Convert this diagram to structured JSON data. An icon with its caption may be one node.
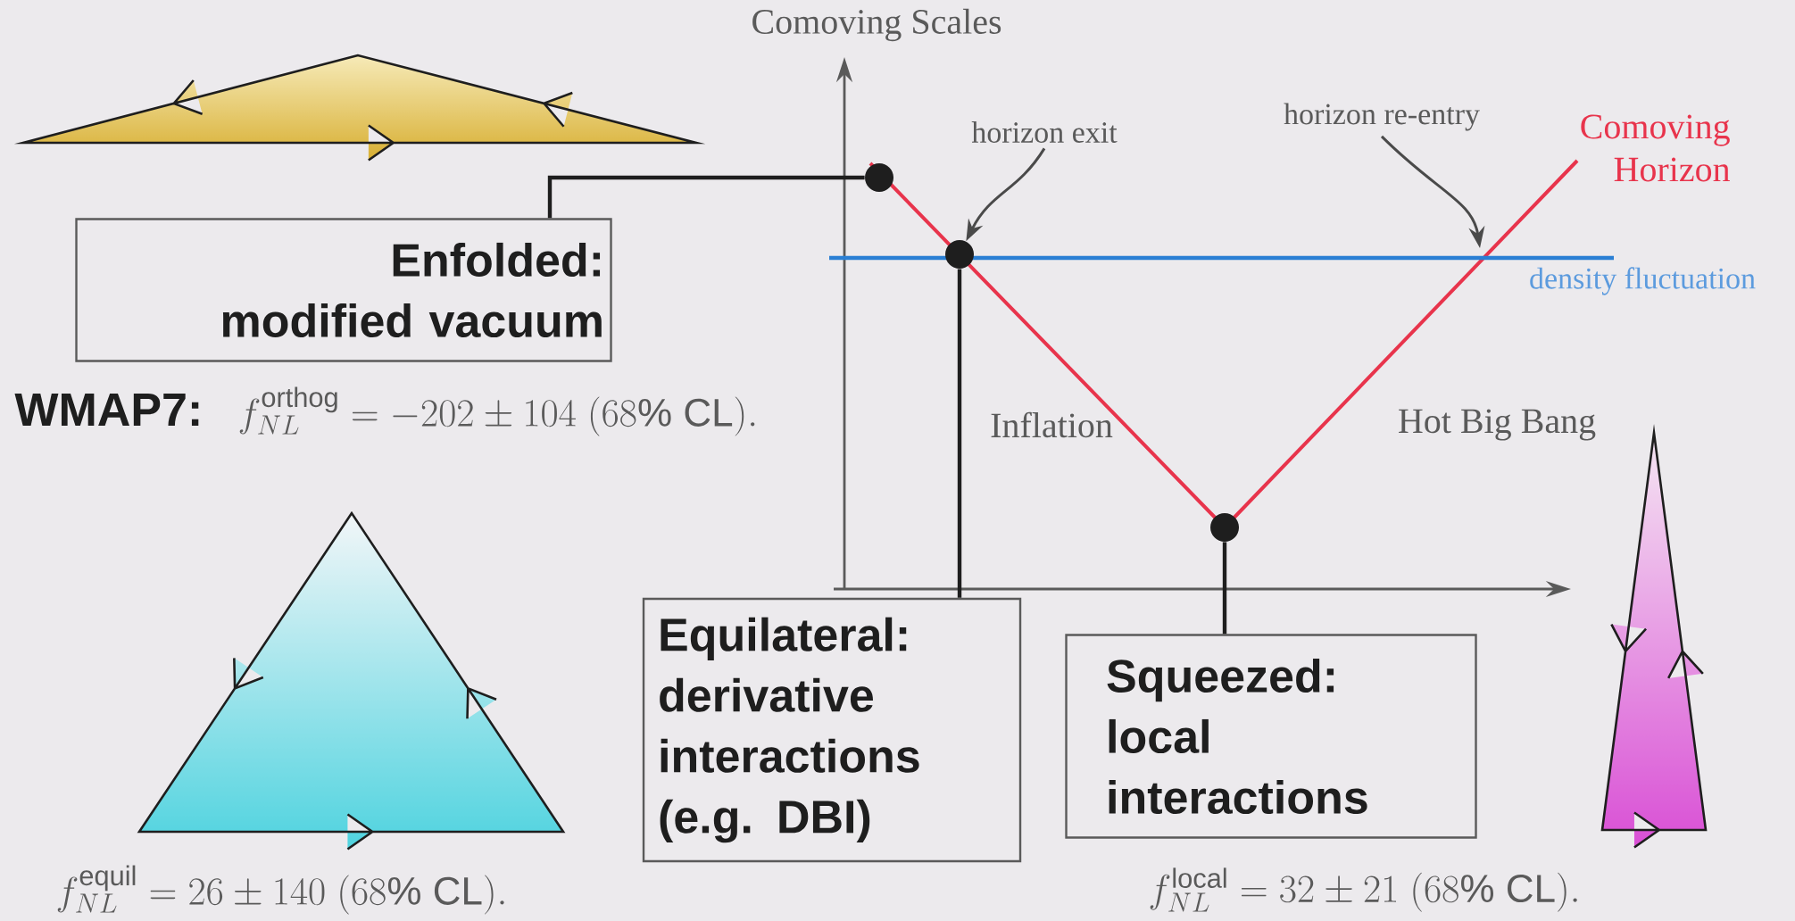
{
  "diagram": {
    "nodes": [
      {
        "text": [
          "Enfolded: modified vacuum"
        ]
      },
      {
        "text": [
          "Equilateral: derivative interactions (e.g. DBI)"
        ]
      },
      {
        "text": [
          "Squeezed: local interactions"
        ]
      },
      {
        "text": [],
        "shape": "circle"
      },
      {
        "text": [],
        "shape": "circle"
      },
      {
        "text": [],
        "shape": "circle"
      },
      {
        "text": [
          "horizon exit"
        ]
      },
      {
        "text": [
          "horizon re-entry"
        ]
      }
    ],
    "edges": [
      {
        "from": 0,
        "to": 3,
        "arrow": "none"
      },
      {
        "from": 1,
        "to": 4,
        "arrow": "none"
      },
      {
        "from": 2,
        "to": 5,
        "arrow": "none"
      },
      {
        "from": 6,
        "to": 4,
        "arrow": "to",
        "color": "#4a4a4a"
      },
      {
        "from": 7,
        "to": null,
        "arrow": "to",
        "color": "#4a4a4a"
      }
    ],
    "labels": [
      "Comoving Scales",
      "Comoving Horizon",
      "density fluctuation",
      "WMAP7:",
      "f_{NL}^{\\mathrm{orthog}} = -202 \\pm 104\\ (68\\%\\ \\mathrm{CL}).",
      "Inflation",
      "Hot Big Bang",
      "f_{NL}^{\\mathrm{equil}} = 26 \\pm 140\\ (68\\%\\ \\mathrm{CL}).",
      "f_{NL}^{\\mathrm{local}} = 32 \\pm 21\\ (68\\%\\ \\mathrm{CL})."
    ]
  }
}
